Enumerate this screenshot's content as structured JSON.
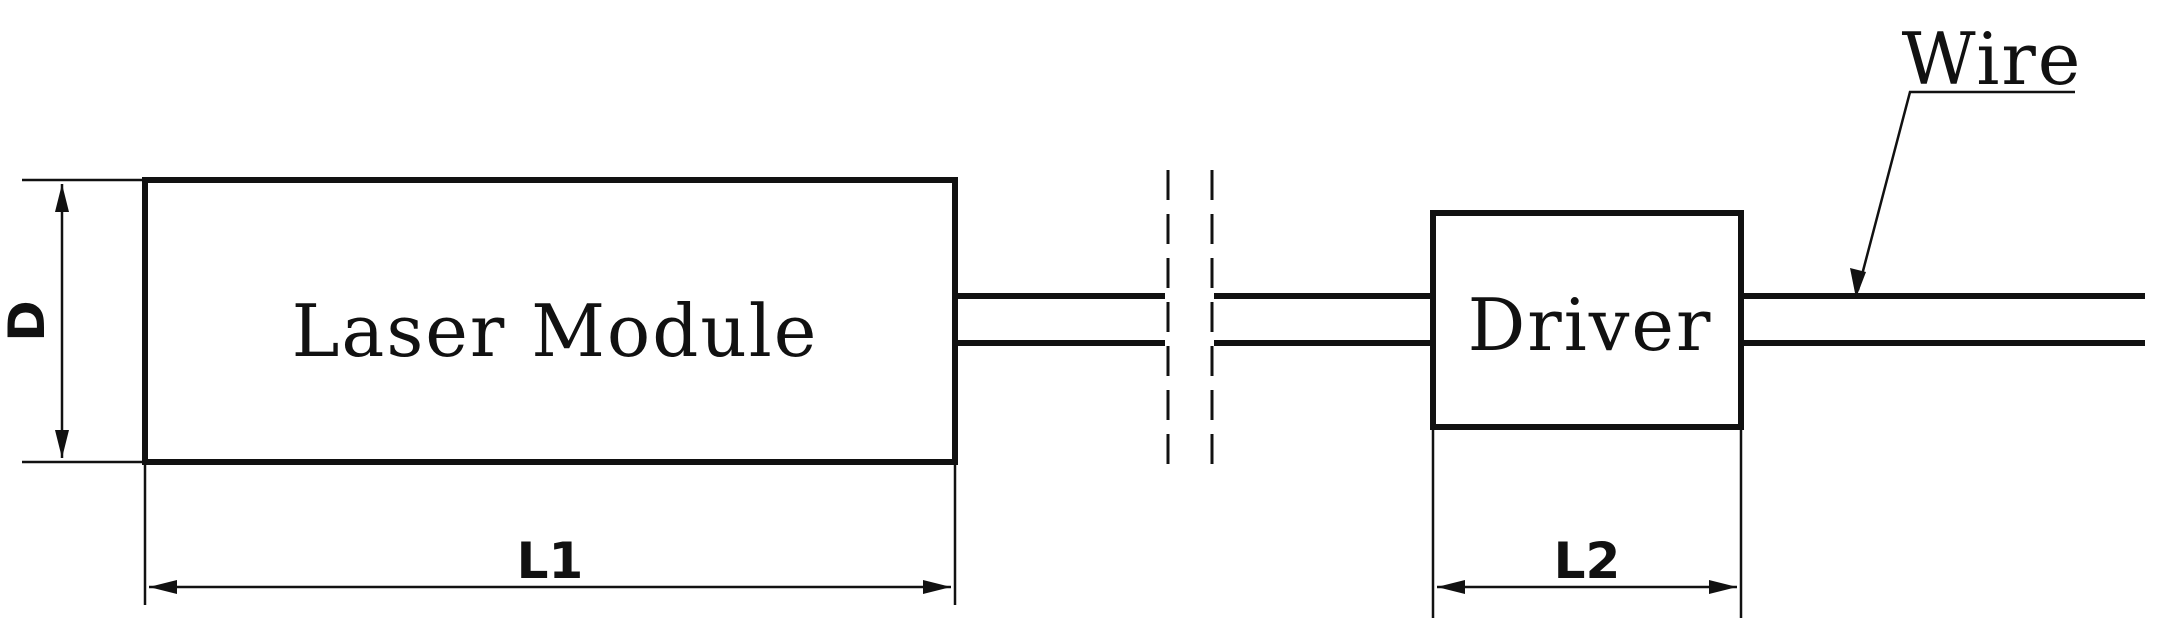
{
  "labels": {
    "laser_module": "Laser Module",
    "driver": "Driver",
    "wire": "Wire",
    "dim_l1": "L1",
    "dim_l2": "L2",
    "dim_d": "D"
  }
}
